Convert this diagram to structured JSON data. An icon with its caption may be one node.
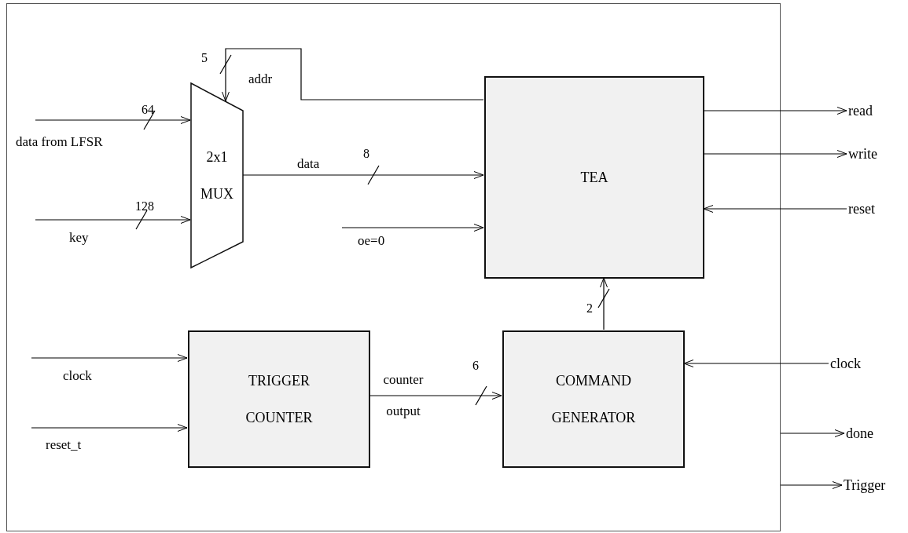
{
  "diagram": {
    "nodes": [
      {
        "text": [],
        "shape": "box"
      },
      {
        "text": [
          "2x1 MUX"
        ],
        "in": 0
      },
      {
        "text": [
          "TEA"
        ],
        "in": 0
      },
      {
        "text": [
          "TRIGGER COUNTER"
        ],
        "in": 0
      },
      {
        "text": [
          "COMMAND GENERATOR"
        ],
        "in": 0
      },
      {
        "text": [
          "read"
        ]
      },
      {
        "text": [
          "write"
        ]
      },
      {
        "text": [
          "reset"
        ]
      },
      {
        "text": [
          "clock"
        ]
      },
      {
        "text": [
          "done"
        ]
      },
      {
        "text": [
          "Trigger"
        ]
      }
    ],
    "edges": [
      {
        "from": null,
        "to": 1,
        "arrow": "to",
        "label": "data from LFSR"
      },
      {
        "from": null,
        "to": 1,
        "arrow": "to",
        "label": "key"
      },
      {
        "from": 2,
        "to": 1,
        "arrow": "to",
        "label": "addr"
      },
      {
        "from": 1,
        "to": 2,
        "arrow": "to",
        "label": "data"
      },
      {
        "from": null,
        "to": 2,
        "arrow": "to",
        "label": "oe=0"
      },
      {
        "from": 2,
        "to": 5,
        "arrow": "to"
      },
      {
        "from": 2,
        "to": 6,
        "arrow": "to"
      },
      {
        "from": 7,
        "to": 2,
        "arrow": "to"
      },
      {
        "from": 4,
        "to": 2,
        "arrow": "to"
      },
      {
        "from": null,
        "to": 3,
        "arrow": "to",
        "label": "clock"
      },
      {
        "from": null,
        "to": 3,
        "arrow": "to",
        "label": "reset_t"
      },
      {
        "from": 3,
        "to": 4,
        "arrow": "to",
        "label": "counter output"
      },
      {
        "from": 8,
        "to": 4,
        "arrow": "to"
      },
      {
        "from": 0,
        "to": 9,
        "arrow": "to"
      },
      {
        "from": 0,
        "to": 10,
        "arrow": "to"
      }
    ],
    "labels": [
      "5",
      "64",
      "8",
      "128",
      "2",
      "6"
    ]
  }
}
